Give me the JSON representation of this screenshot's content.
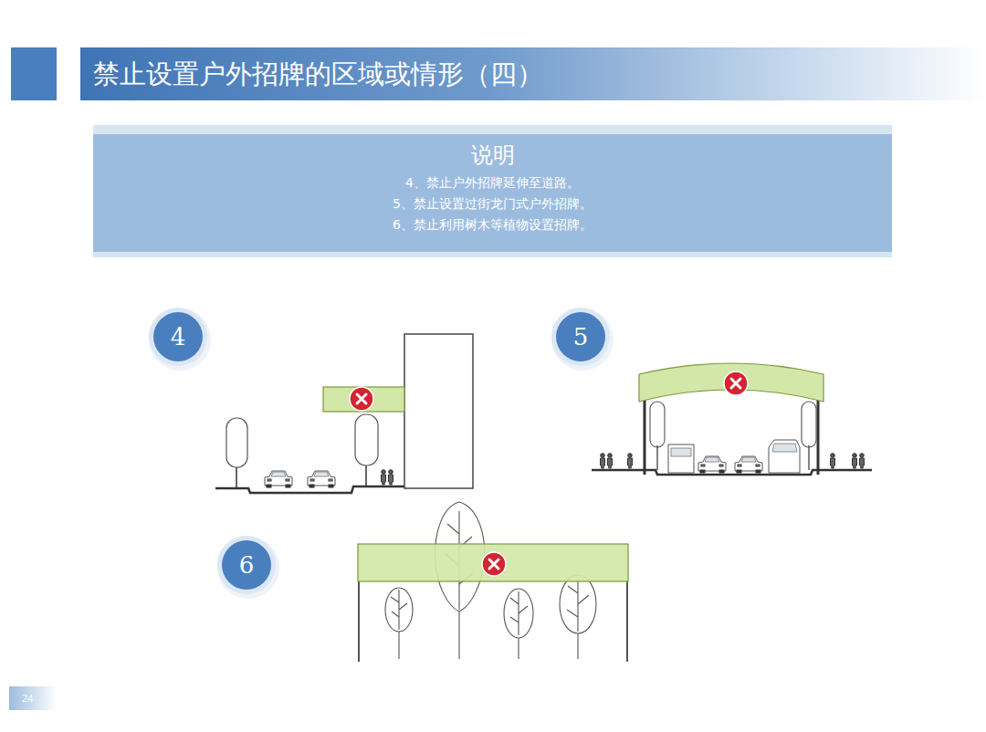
{
  "diagram": {
    "title": "禁止设置户外招牌的区域或情形（四）",
    "nodes": [
      {
        "text": [
          "说明",
          "4、禁止户外招牌延伸至道路。",
          "5、禁止设置过街龙门式户外招牌。",
          "6、禁止利用树木等植物设置招牌。"
        ]
      },
      {
        "text": [
          "4"
        ]
      },
      {
        "text": [
          "5"
        ]
      },
      {
        "text": [
          "6"
        ]
      },
      {
        "text": [
          "24"
        ]
      }
    ]
  }
}
